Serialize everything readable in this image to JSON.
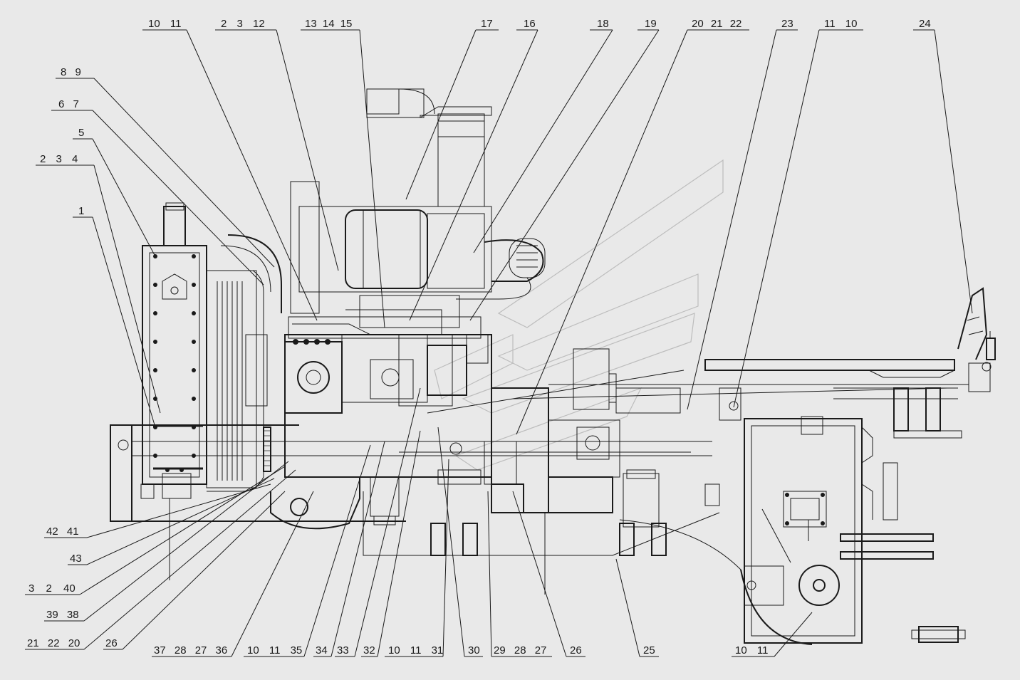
{
  "drawing": {
    "callouts_top": [
      "10 11",
      "2 3 12",
      "13 14 15",
      "17",
      "16",
      "18",
      "19",
      "20 21 22",
      "23",
      "11 10",
      "24"
    ],
    "callouts_left": [
      "8 9",
      "6 7",
      "5",
      "2 3 4",
      "1"
    ],
    "callouts_left_bottom": [
      "42 41",
      "43",
      "3 2 40",
      "39 38",
      "21 22 20",
      "26"
    ],
    "callouts_bottom": [
      "37 28 27 36",
      "10 11 35",
      "34",
      "33",
      "32",
      "10 11 31",
      "30",
      "29 28 27",
      "26",
      "25",
      "10 11"
    ]
  },
  "colors": {
    "background": "#e9e9e9",
    "ink": "#1a1a1a",
    "watermark": "#bdbdbd"
  }
}
